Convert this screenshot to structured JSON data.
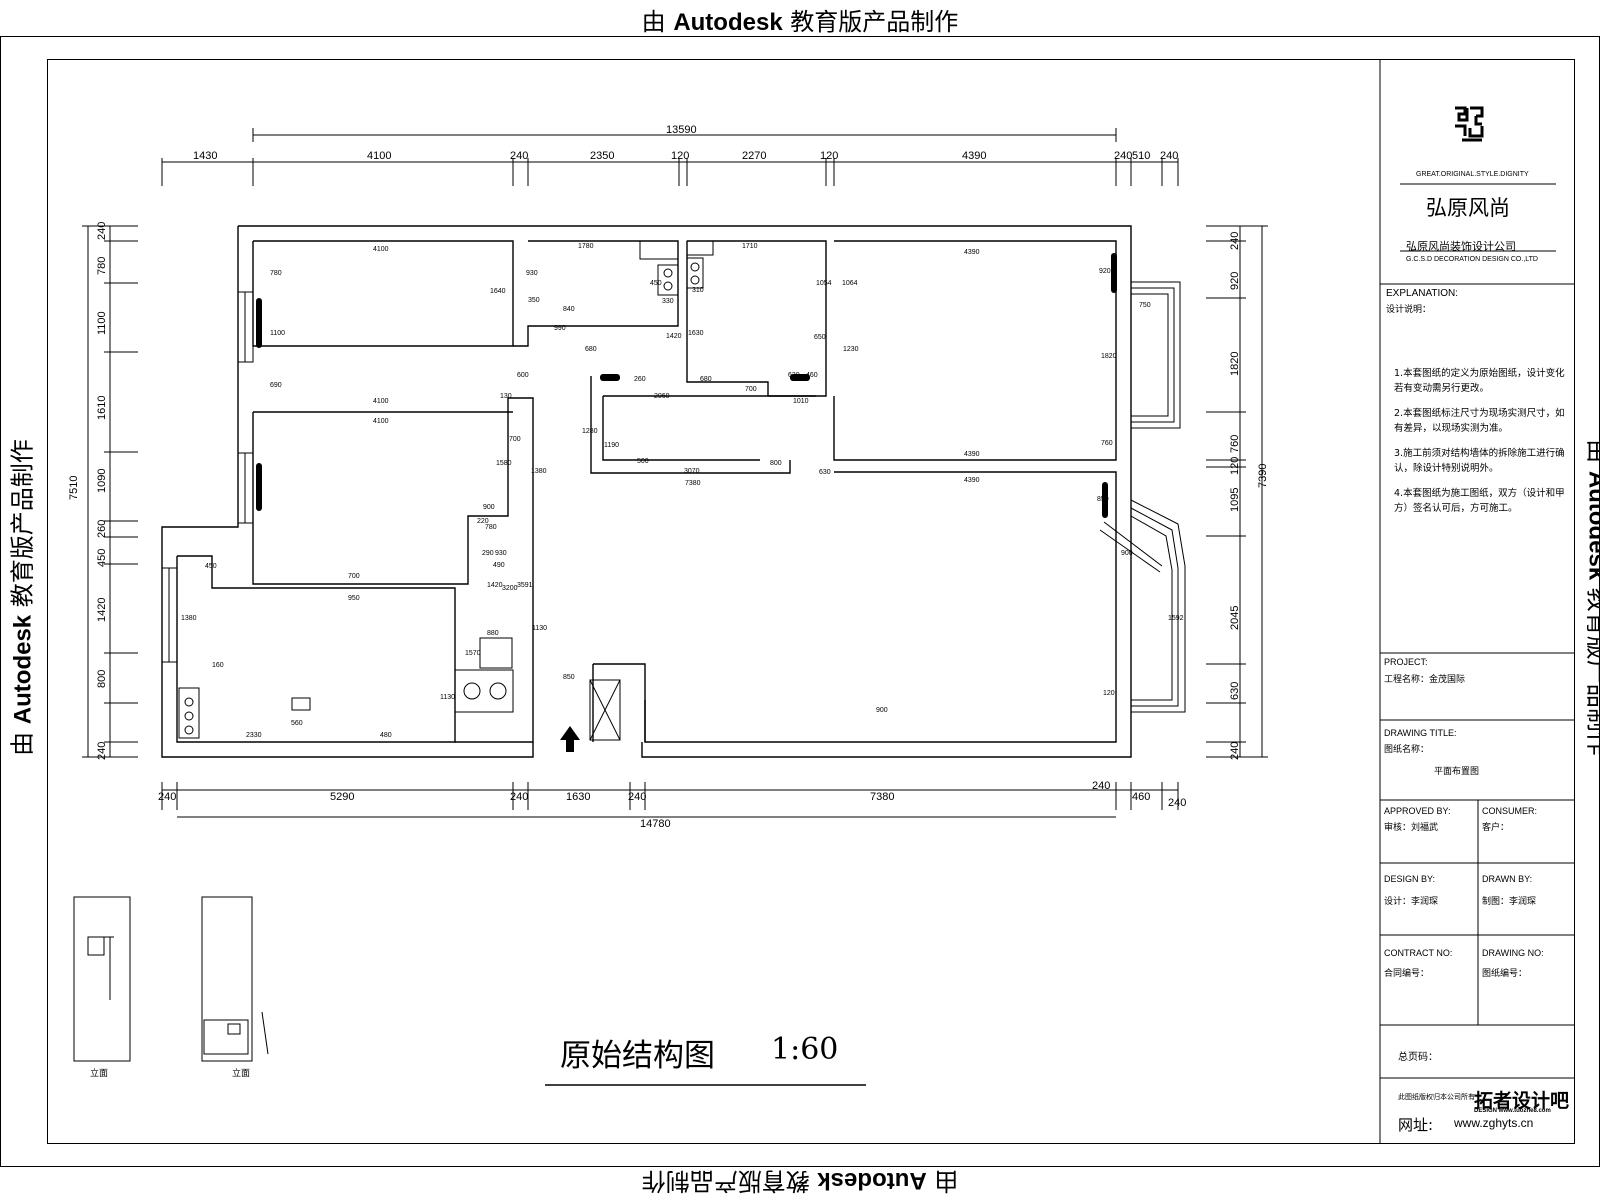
{
  "watermark": {
    "prefix": "由 ",
    "brand": "Autodesk",
    "suffix": " 教育版产品制作"
  },
  "drawing": {
    "title": "原始结构图",
    "scale": "1:60",
    "elevation_labels": [
      "立面",
      "立面"
    ]
  },
  "dimensions": {
    "top_total": "13590",
    "top_segments": [
      "1430",
      "4100",
      "240",
      "2350",
      "120",
      "2270",
      "120",
      "4390",
      "240",
      "510",
      "240"
    ],
    "bottom_total": "14780",
    "bottom_segments": [
      "240",
      "5290",
      "240",
      "1630",
      "240",
      "7380",
      "240",
      "460",
      "240"
    ],
    "left_total": "7510",
    "left_segments": [
      "240",
      "780",
      "1100",
      "1610",
      "1090",
      "260",
      "450",
      "1420",
      "800",
      "240"
    ],
    "right_total": "7390",
    "right_segments": [
      "240",
      "920",
      "1820",
      "760",
      "120",
      "1095",
      "2045",
      "630",
      "240"
    ]
  },
  "room_dims": [
    "4100",
    "4100",
    "4100",
    "780",
    "1100",
    "690",
    "1640",
    "130",
    "600",
    "1780",
    "930",
    "350",
    "840",
    "990",
    "680",
    "1420",
    "450",
    "330",
    "2060",
    "260",
    "1710",
    "310",
    "1630",
    "680",
    "700",
    "1010",
    "630",
    "460",
    "1054",
    "1064",
    "650",
    "1230",
    "4390",
    "920",
    "1820",
    "750",
    "760",
    "4390",
    "4390",
    "850",
    "900",
    "1592",
    "700",
    "1580",
    "1380",
    "900",
    "220",
    "780",
    "290",
    "930",
    "490",
    "3200",
    "3591",
    "700",
    "950",
    "1420",
    "450",
    "1380",
    "160",
    "2330",
    "560",
    "480",
    "880",
    "1570",
    "1130",
    "1280",
    "1190",
    "500",
    "3070",
    "800",
    "7380",
    "630",
    "900",
    "120",
    "850",
    "1130"
  ],
  "title_block": {
    "logo_tagline": "GREAT.ORIGINAL.STYLE.DIGNITY",
    "company_short": "弘原风尚",
    "company_full": "弘原风尚装饰设计公司",
    "company_en": "G.C.S.D DECORATION DESIGN CO.,LTD",
    "explanation_label": "EXPLANATION:",
    "explanation_cn": "设计说明：",
    "notes": [
      "1.本套图纸的定义为原始图纸，设计变化若有变动需另行更改。",
      "2.本套图纸标注尺寸为现场实测尺寸，如有差异，以现场实测为准。",
      "3.施工前须对结构墙体的拆除施工进行确认，除设计特别说明外。",
      "4.本套图纸为施工图纸，双方（设计和甲方）签名认可后，方可施工。"
    ],
    "project_label": "PROJECT:",
    "project_value": "工程名称：金茂国际",
    "drawing_title_label": "DRAWING TITLE:",
    "drawing_title_cn": "图纸名称：",
    "drawing_title_value": "平面布置图",
    "approved_label": "APPROVED BY:",
    "approved_value": "审核：刘福武",
    "consumer_label": "CONSUMER:",
    "consumer_value": "客户：",
    "design_label": "DESIGN BY:",
    "design_value": "设计：李润琛",
    "drawn_label": "DRAWN BY:",
    "drawn_value": "制图：李润琛",
    "contract_label": "CONTRACT NO:",
    "contract_value": "合同编号：",
    "drawing_no_label": "DRAWING NO:",
    "drawing_no_value": "图纸编号：",
    "pages_value": "总页码：",
    "footer_copyright": "此图纸版权归本公司所有",
    "site_brand": "拓者设计吧",
    "site_brand_en": "DESIGN www.tuozhe8.com",
    "address_label": "网址:",
    "address_value": "www.zghyts.cn"
  }
}
